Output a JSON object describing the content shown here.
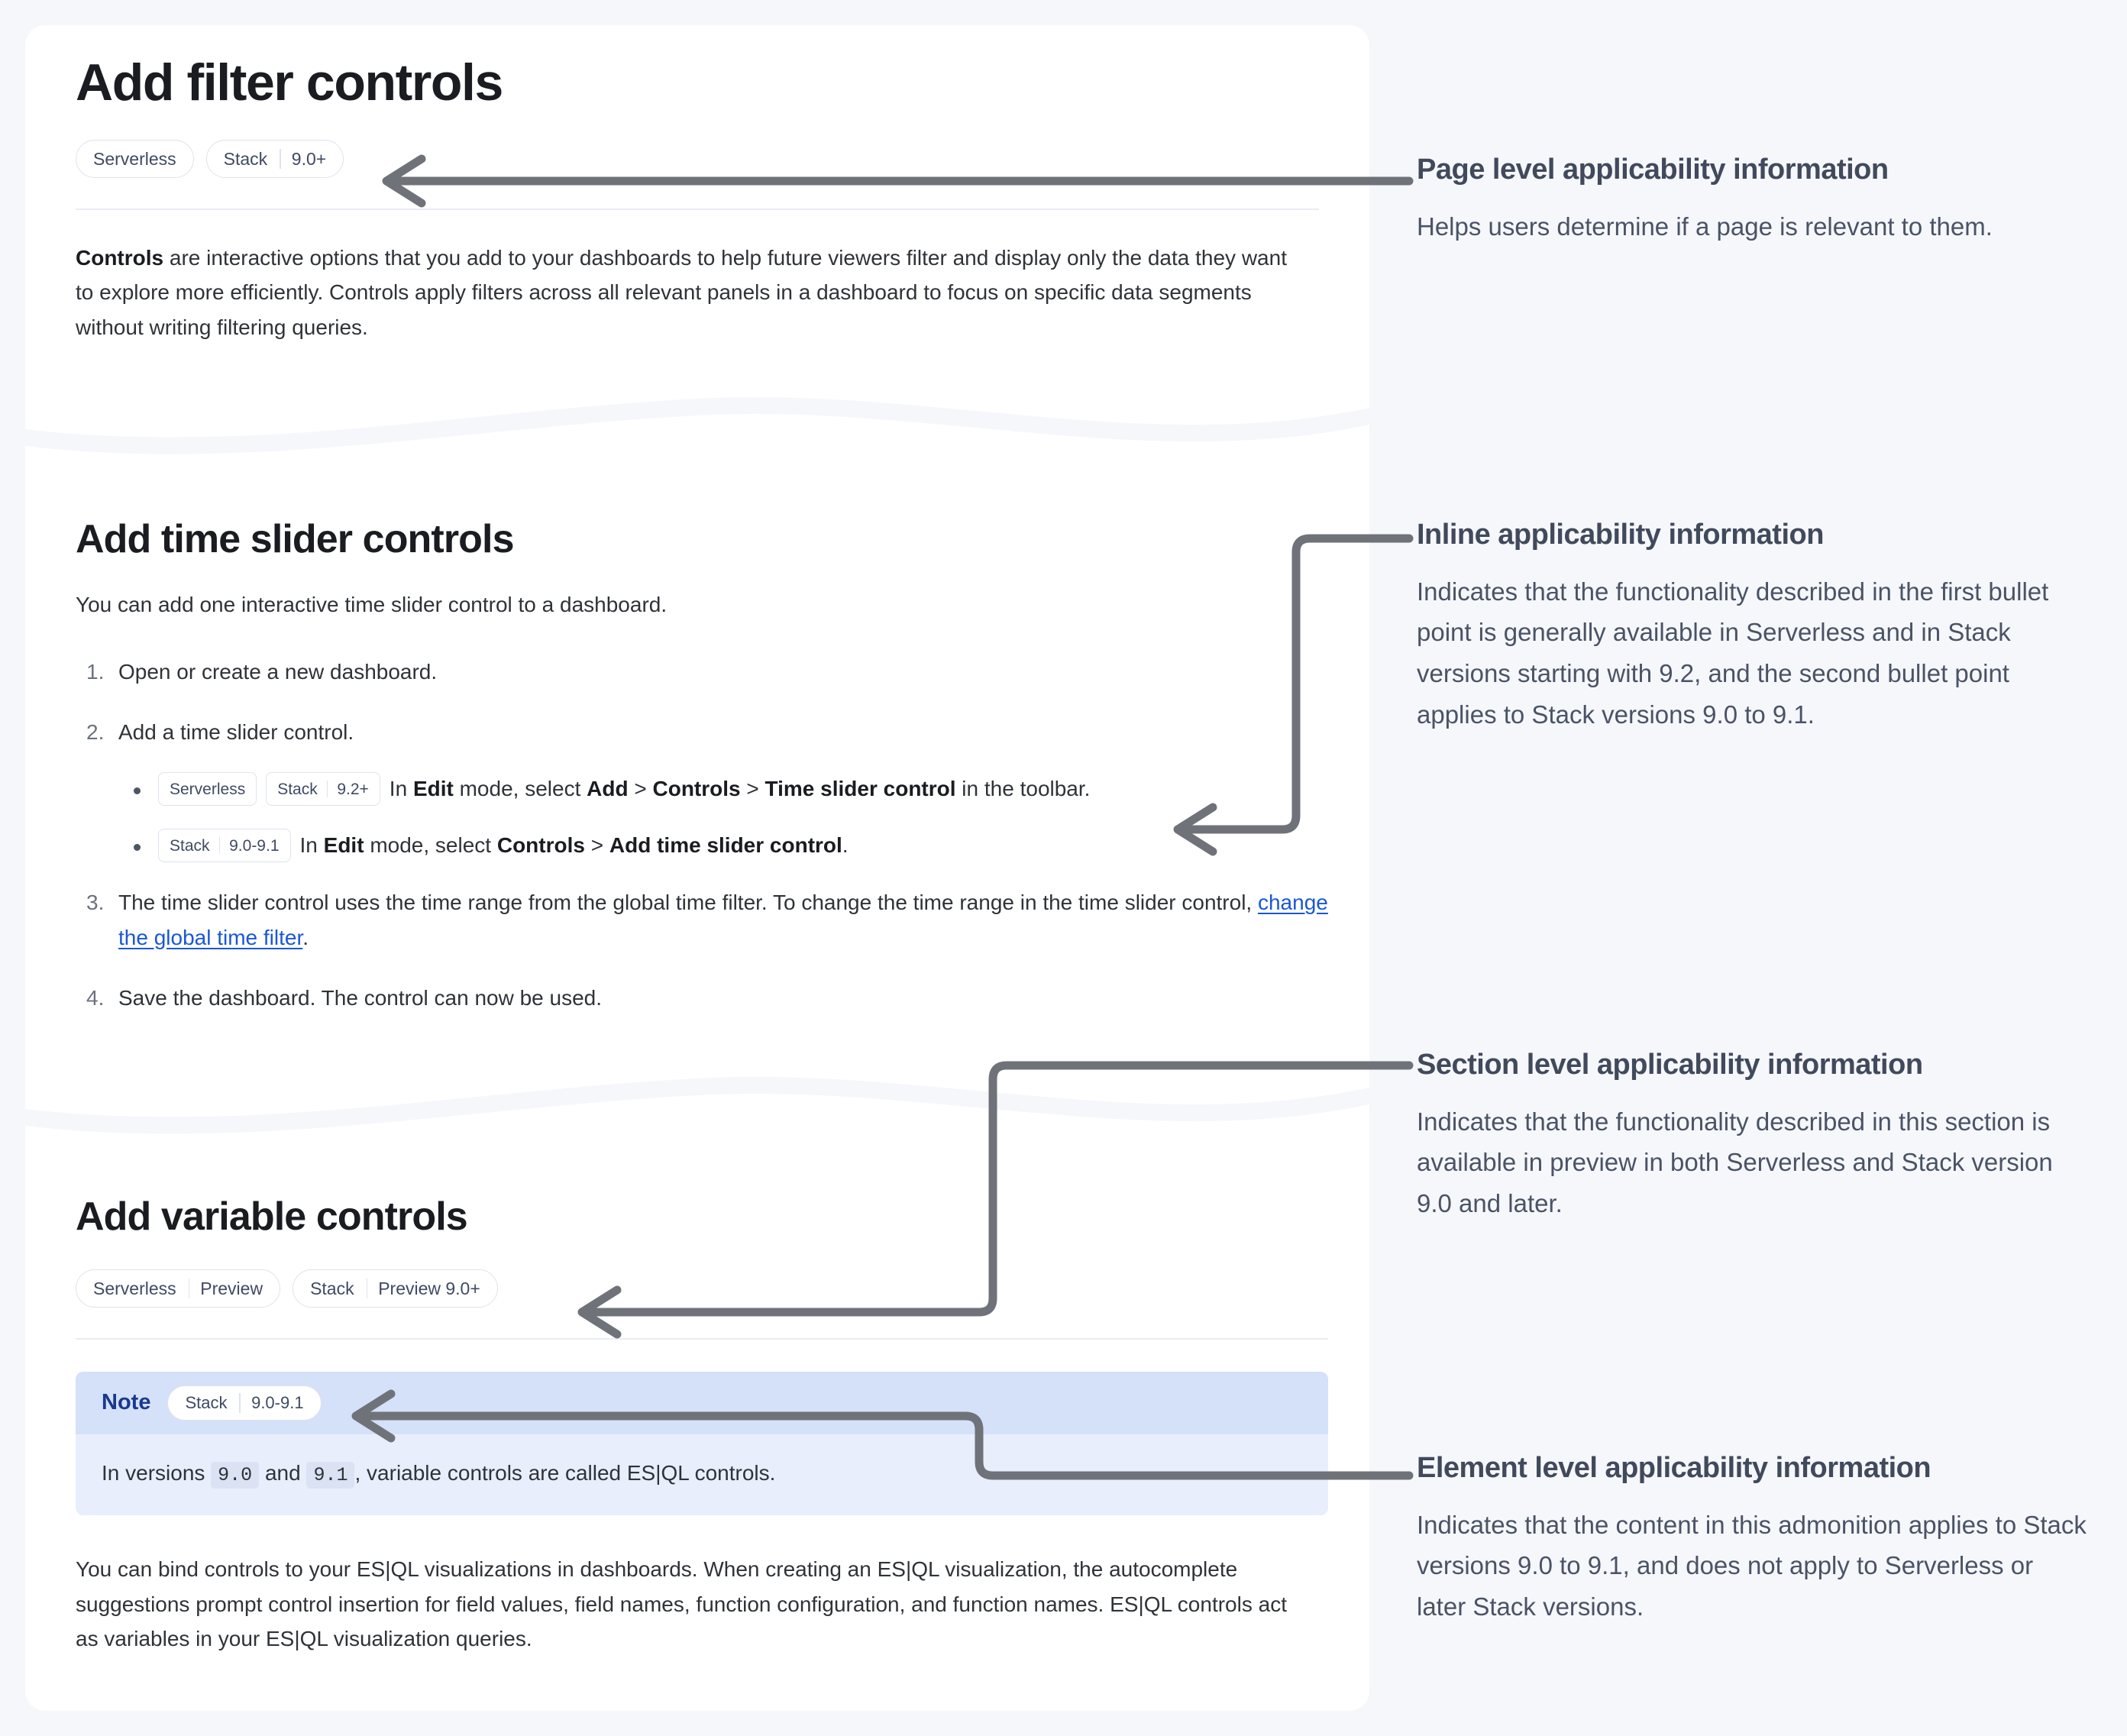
{
  "doc": {
    "page_title": "Add filter controls",
    "page_badges": [
      {
        "name": "Serverless",
        "version": ""
      },
      {
        "name": "Stack",
        "version": "9.0+"
      }
    ],
    "intro": {
      "lead": "Controls",
      "rest": " are interactive options that you add to your dashboards to help future viewers filter and display only the data they want to explore more efficiently. Controls apply filters across all relevant panels in a dashboard to focus on specific data segments without writing filtering queries."
    },
    "section_time_slider": {
      "title": "Add time slider controls",
      "intro": "You can add one interactive time slider control to a dashboard.",
      "steps": [
        {
          "text": "Open or create a new dashboard."
        },
        {
          "text": "Add a time slider control.",
          "subs": [
            {
              "badges": [
                {
                  "name": "Serverless",
                  "version": ""
                },
                {
                  "name": "Stack",
                  "version": "9.2+"
                }
              ],
              "prefix": "In ",
              "b1": "Edit",
              "mid1": " mode, select ",
              "b2": "Add",
              "mid2": " > ",
              "b3": "Controls",
              "mid3": " > ",
              "b4": "Time slider control",
              "suffix": " in the toolbar."
            },
            {
              "badges": [
                {
                  "name": "Stack",
                  "version": "9.0-9.1"
                }
              ],
              "prefix": "In ",
              "b1": "Edit",
              "mid1": " mode, select ",
              "b2": "Controls",
              "mid2": " > ",
              "b3": "Add time slider control",
              "mid3": "",
              "b4": "",
              "suffix": "."
            }
          ]
        },
        {
          "text_a": "The time slider control uses the time range from the global time filter. To change the time range in the time slider control, ",
          "link": "change the global time filter",
          "text_b": "."
        },
        {
          "text": "Save the dashboard. The control can now be used."
        }
      ]
    },
    "section_variable": {
      "title": "Add variable controls",
      "badges": [
        {
          "name": "Serverless",
          "version": "Preview"
        },
        {
          "name": "Stack",
          "version": "Preview 9.0+"
        }
      ],
      "note": {
        "label": "Note",
        "badge": {
          "name": "Stack",
          "version": "9.0-9.1"
        },
        "body_a": "In versions ",
        "code_1": "9.0",
        "body_b": " and ",
        "code_2": "9.1",
        "body_c": ", variable controls are called ES|QL controls."
      },
      "paragraph": "You can bind controls to your ES|QL visualizations in dashboards. When creating an ES|QL visualization, the autocomplete suggestions prompt control insertion for field values, field names, function configuration, and function names. ES|QL controls act as variables in your ES|QL visualization queries."
    }
  },
  "annotations": [
    {
      "title": "Page level applicability information",
      "text": "Helps users determine if a page is relevant to them."
    },
    {
      "title": "Inline applicability information",
      "text": "Indicates that the functionality described in the first bullet point is generally available in Serverless and in Stack versions starting with 9.2, and the second bullet point applies to Stack versions 9.0 to 9.1."
    },
    {
      "title": "Section level applicability information",
      "text": "Indicates that the functionality described in this section is available in preview in both Serverless and Stack version 9.0 and later."
    },
    {
      "title": "Element level applicability information",
      "text": "Indicates that the content in this admonition applies to Stack versions 9.0 to 9.1, and does not apply to Serverless or later Stack versions."
    }
  ],
  "colors": {
    "page_background": "#f6f7fb",
    "card_background": "#ffffff",
    "badge_border": "#dfe3ee",
    "badge_text": "#3f4a63",
    "link": "#1a57d6",
    "annotation_title": "#414a5c",
    "annotation_text": "#4a5366",
    "arrow": "#6b7280",
    "note_header": "#d5e0f9",
    "note_body": "#e8eefc",
    "note_label": "#19398f"
  }
}
